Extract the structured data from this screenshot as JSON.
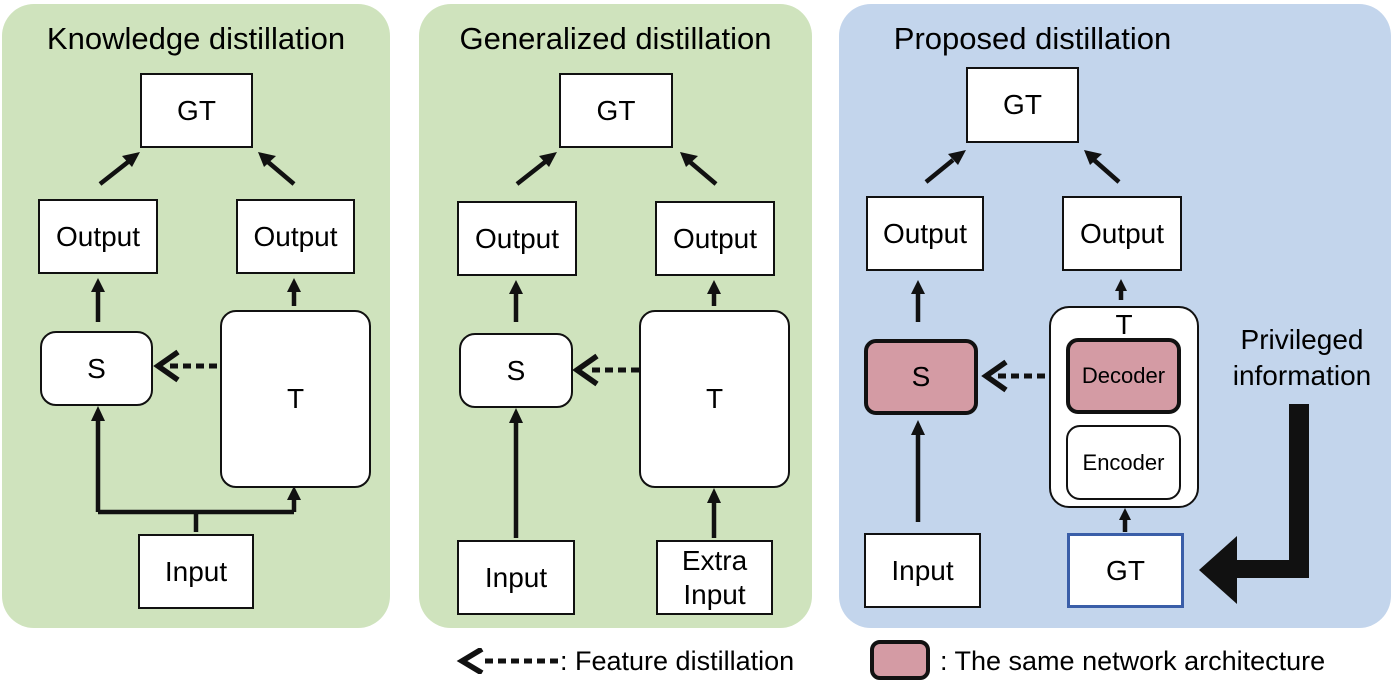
{
  "panels": {
    "knowledge": {
      "title": "Knowledge distillation",
      "gt": "GT",
      "output_left": "Output",
      "output_right": "Output",
      "student": "S",
      "teacher": "T",
      "input": "Input"
    },
    "generalized": {
      "title": "Generalized distillation",
      "gt": "GT",
      "output_left": "Output",
      "output_right": "Output",
      "student": "S",
      "teacher": "T",
      "input": "Input",
      "extra_input": "Extra\nInput"
    },
    "proposed": {
      "title": "Proposed distillation",
      "gt": "GT",
      "output_left": "Output",
      "output_right": "Output",
      "student": "S",
      "teacher": "T",
      "decoder": "Decoder",
      "encoder": "Encoder",
      "input": "Input",
      "gt_input": "GT",
      "privileged": "Privileged\ninformation"
    }
  },
  "legend": {
    "feature_distillation": ": Feature distillation",
    "same_architecture": ": The same network architecture"
  },
  "colors": {
    "green_panel": "#cfe3bd",
    "blue_panel": "#c3d5ec",
    "shared_architecture": "#d49ba4",
    "gt_border": "#3a5ea8"
  }
}
